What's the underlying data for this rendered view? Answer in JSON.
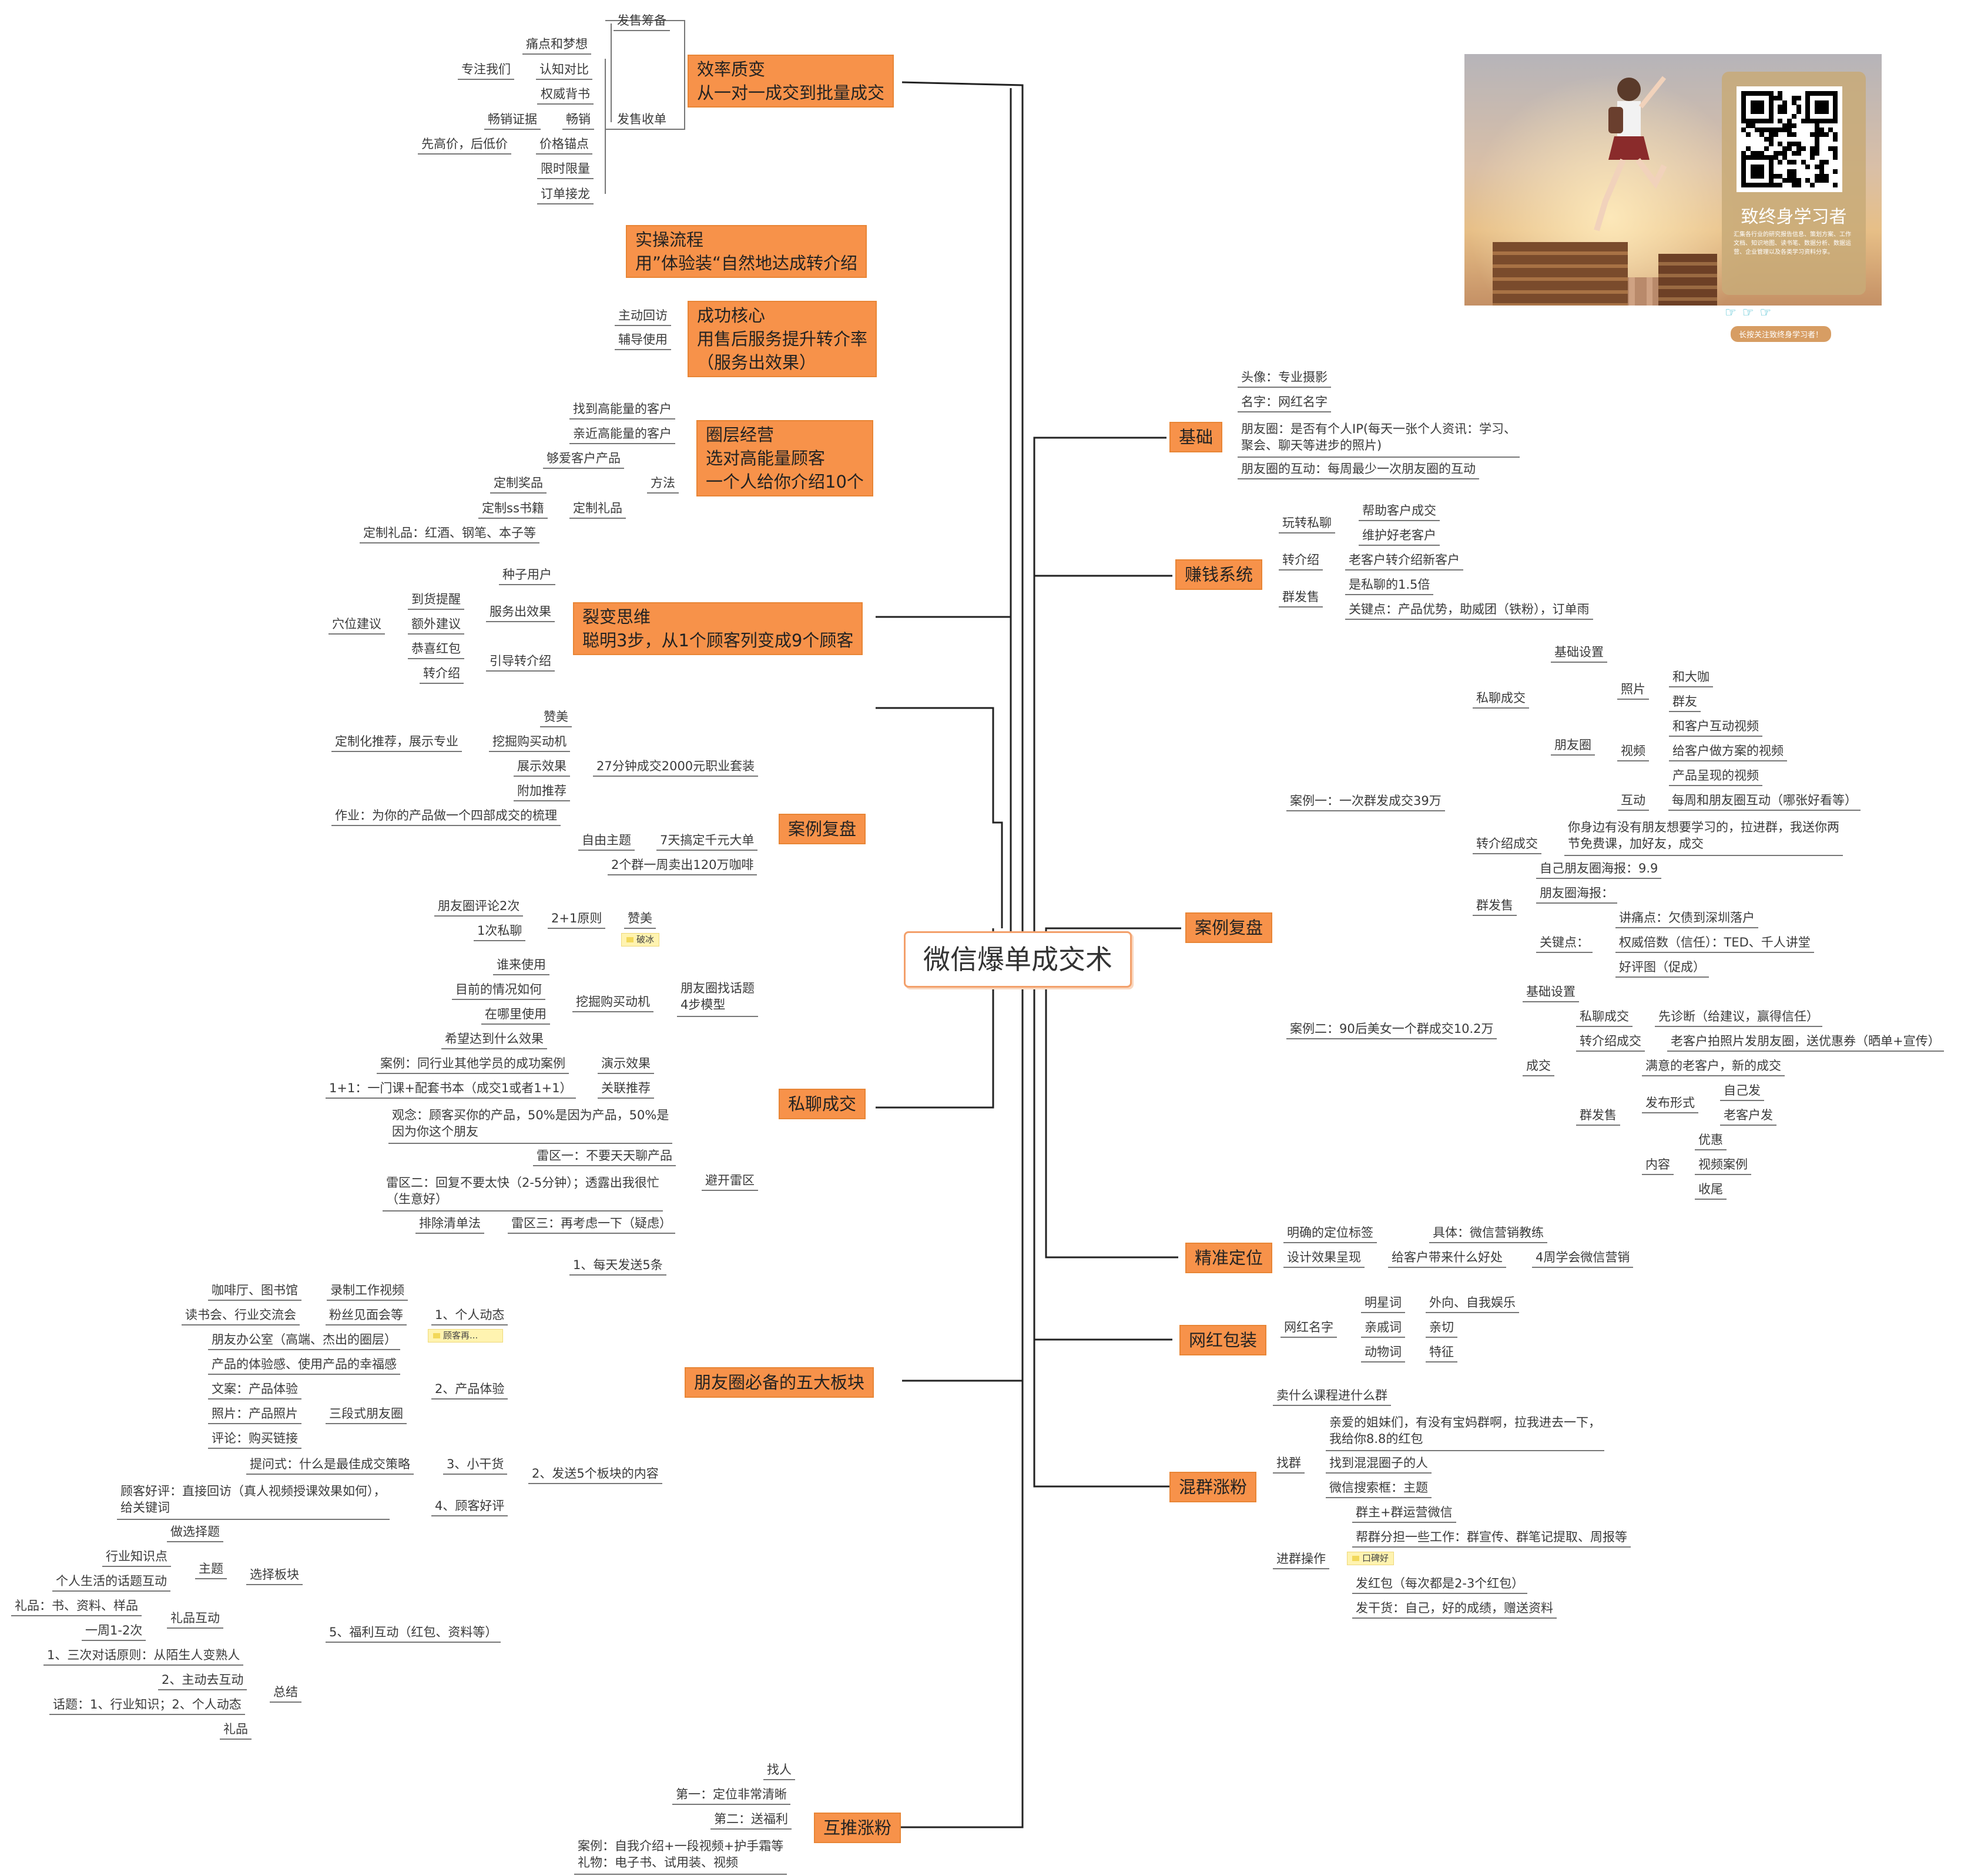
{
  "title": "微信爆单成交术",
  "left": {
    "b1": {
      "label": "效率质变\n从一对一成交到批量成交",
      "fashou_chouhua": "发售筹备",
      "fashou_shoudan": "发售收单",
      "tongdian": "痛点和梦想",
      "zhuanzhu": "专注我们",
      "renzhi": "认知对比",
      "quanwei": "权威背书",
      "changxiao_tiji": "畅销证据",
      "changxiao": "畅销",
      "xiangao": "先高价，后低价",
      "jiage": "价格锚点",
      "xianshi": "限时限量",
      "dingdan": "订单接龙"
    },
    "b2": {
      "label": "实操流程\n用”体验装“自然地达成转介绍"
    },
    "b3": {
      "label": "成功核心\n用售后服务提升转介率\n（服务出效果）",
      "zhudong": "主动回访",
      "fudao": "辅导使用"
    },
    "b4": {
      "label": "圈层经营\n选对高能量顾客\n一个人给你介绍10个",
      "zhao": "找到高能量的客户",
      "qinjin": "亲近高能量的客户",
      "tengai": "够爱客户产品",
      "fangfa": "方法",
      "dingzhi_jp": "定制奖品",
      "dingzhi_ss": "定制ss书籍",
      "dingzhi_lp": "定制礼品",
      "dingzhi_lp2": "定制礼品：红酒、钢笔、本子等"
    },
    "b5": {
      "label": "裂变思维\n聪明3步，从1个顾客列变成9个顾客",
      "zhongzi": "种子用户",
      "daohuo": "到货提醒",
      "fuwu": "服务出效果",
      "xuewei": "穴位建议",
      "ewai": "额外建议",
      "gongxi": "恭喜红包",
      "yindao": "引导转介绍",
      "zhuanjie": "转介绍"
    },
    "b6": {
      "label": "案例复盘",
      "zanmei": "赞美",
      "dingzhi_tj": "定制化推荐，展示专业",
      "wajue": "挖掘购买动机",
      "shuoming27": "27分钟成交2000元职业套装",
      "zhanshi": "展示效果",
      "fujia": "附加推荐",
      "zuoye": "作业：为你的产品做一个四部成交的梳理",
      "ziyou": "自由主题",
      "qitian": "7天搞定千元大单",
      "liangge": "2个群一周卖出120万咖啡"
    },
    "b7": {
      "label": "私聊成交",
      "pinglun": "朋友圈评论2次",
      "yuanze": "2+1原则",
      "zan": "赞美",
      "sil": "1次私聊",
      "tag": "破冰",
      "shui": "谁来使用",
      "muqian": "目前的情况如何",
      "wajue": "挖掘购买动机",
      "nali": "在哪里使用",
      "xiwang": "希望达到什么效果",
      "moxing": "朋友圈找话题\n4步模型",
      "anli": "案例：同行业其他学员的成功案例",
      "yanshi": "演示效果",
      "yimen": "1+1：一门课+配套书本（成交1或者1+1）",
      "guanlian": "关联推荐",
      "guannian": "观念：顾客买你的产品，50%是因为产品，50%是\n因为你这个朋友",
      "leiqu1": "雷区一：不要天天聊产品",
      "leiqu2": "雷区二：回复不要太快（2-5分钟）；透露出我很忙\n（生意好）",
      "paichu": "排除清单法",
      "leiqu3": "雷区三：再考虑一下（疑虑）",
      "bikai": "避开雷区"
    },
    "b8": {
      "label": "朋友圈必备的五大板块",
      "s1": "1、每天发送5条",
      "s2": "2、发送5个板块的内容",
      "kafei": "咖啡厅、图书馆",
      "luzhi": "录制工作视频",
      "dushu": "读书会、行业交流会",
      "fensi": "粉丝见面会等",
      "geren": "1、个人动态",
      "bangong": "朋友办公室（高端、杰出的圈层）",
      "tag": "顾客再...",
      "chanpin_ti": "产品的体验感、使用产品的幸福感",
      "wenan": "文案：产品体验",
      "zhaopian": "照片：产品照片",
      "sanduan": "三段式朋友圈",
      "pingjia": "评论：购买链接",
      "chanpin": "2、产品体验",
      "tiwen": "提问式：什么是最佳成交策略",
      "xiaogan": "3、小干货",
      "guke": "顾客好评：直接回访（真人视频授课效果如何），\n给关键词",
      "guke4": "4、顾客好评",
      "zuoxuan": "做选择题",
      "hangye": "行业知识点",
      "zhuti": "主题",
      "geren_sh": "个人生活的话题互动",
      "xuanze": "选择板块",
      "liwu": "礼品：书、资料、样品",
      "lipin_hd": "礼品互动",
      "yizhou": "一周1-2次",
      "fuli": "5、福利互动（红包、资料等）",
      "sanci": "1、三次对话原则：从陌生人变熟人",
      "zhudong": "2、主动去互动",
      "huati": "话题：1、行业知识；2、个人动态",
      "zongjie": "总结",
      "lipin": "礼品"
    },
    "b9": {
      "label": "互推涨粉",
      "zhaoren": "找人",
      "diyi": "第一：定位非常清晰",
      "dier": "第二：送福利",
      "anli": "案例：自我介绍+一段视频+护手霜等\n礼物：电子书、试用装、视频"
    }
  },
  "right": {
    "r1": {
      "label": "基础",
      "touxiang": "头像：专业摄影",
      "mingzi": "名字：网红名字",
      "pyq": "朋友圈：是否有个人IP(每天一张个人资讯：学习、\n聚会、聊天等进步的照片)",
      "hudong": "朋友圈的互动：每周最少一次朋友圈的互动"
    },
    "r2": {
      "label": "赚钱系统",
      "wanzhuan": "玩转私聊",
      "bangzhu": "帮助客户成交",
      "weihu": "维护好老客户",
      "zhuanjie": "转介绍",
      "laokehu": "老客户转介绍新客户",
      "qunfa": "群发售",
      "beishu": "是私聊的1.5倍",
      "guanjian": "关键点：产品优势，助威团（铁粉），订单雨"
    },
    "r3": {
      "label": "案例复盘",
      "anli1": "案例一：一次群发成交39万",
      "sil": "私聊成交",
      "jichu": "基础设置",
      "zhaopian": "照片",
      "dakai": "和大咖",
      "qunyou": "群友",
      "pyq": "朋友圈",
      "hudong_sp": "和客户互动视频",
      "shipin": "视频",
      "fangan": "给客户做方案的视频",
      "chengxian": "产品呈现的视频",
      "hudong": "互动",
      "meizhou": "每周和朋友圈互动（哪张好看等）",
      "zjs": "转介绍成交",
      "nishen": "你身边有没有朋友想要学习的，拉进群，我送你两\n节免费课，加好友，成交",
      "haibao": "自己朋友圈海报：9.9",
      "qunfa": "群发售",
      "pyqhaibao": "朋友圈海报：",
      "tongdian": "讲痛点：欠债到深圳落户",
      "guanjian": "关键点：",
      "quanwei": "权威倍数（信任）：TED、千人讲堂",
      "haoping": "好评图（促成）",
      "anli2": "案例二：90后美女一个群成交10.2万",
      "jichu2": "基础设置",
      "chengjiao": "成交",
      "sil2": "私聊成交",
      "xianzhen": "先诊断（给建议，赢得信任）",
      "zjs2": "转介绍成交",
      "laokehu": "老客户拍照片发朋友圈，送优惠券（晒单+宣传）",
      "manyi": "满意的老客户，新的成交",
      "qunfa2": "群发售",
      "fabu": "发布形式",
      "zijifa": "自己发",
      "laokehufa": "老客户发",
      "neirong": "内容",
      "youhui": "优惠",
      "shipinanli": "视频案例",
      "shouwei": "收尾"
    },
    "r4": {
      "label": "精准定位",
      "mingque": "明确的定位标签",
      "juti": "具体：微信营销教练",
      "sheji": "设计效果呈现",
      "gei": "给客户带来什么好处",
      "sizhou": "4周学会微信营销"
    },
    "r5": {
      "label": "网红包装",
      "wanghong": "网红名字",
      "mingxing": "明星词",
      "waixiang": "外向、自我娱乐",
      "qinqi": "亲戚词",
      "qinqie": "亲切",
      "dongwu": "动物词",
      "tezheng": "特征"
    },
    "r6": {
      "label": "混群涨粉",
      "mai": "卖什么课程进什么群",
      "zhaoqun": "找群",
      "qinai": "亲爱的姐妹们，有没有宝妈群啊，拉我进去一下，\n我给你8.8的红包",
      "hunhun": "找到混混圈子的人",
      "weixin": "微信搜索框：主题",
      "jinqun": "进群操作",
      "qunzhu": "群主+群运营微信",
      "bangqun": "帮群分担一些工作：群宣传、群笔记提取、周报等",
      "tag": "口碑好",
      "hongbao": "发红包（每次都是2-3个红包）",
      "fagan": "发干货：自己，好的成绩，赠送资料"
    }
  },
  "card": {
    "title": "致终身学习者",
    "desc": "汇集各行业的研究报告信息、策划方案、工作文档、知识地图、读书笔、数据分析、数据运营、企业管理以及各类学习资料分享。",
    "follow": "长按关注致终身学习者！"
  },
  "colors": {
    "accent": "#f7924a",
    "accent_border": "#e88535",
    "line": "#222222"
  }
}
